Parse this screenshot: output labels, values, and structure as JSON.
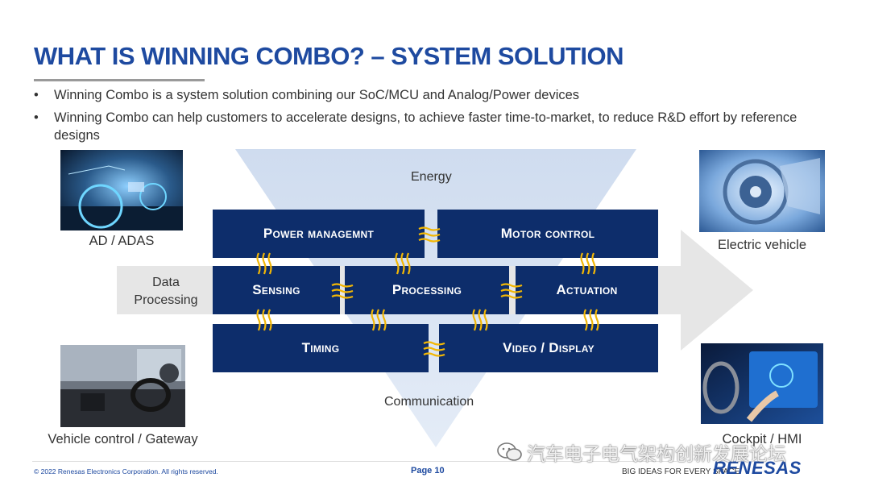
{
  "title": "WHAT IS WINNING COMBO? – SYSTEM SOLUTION",
  "bullets": [
    "Winning Combo is a system solution combining our SoC/MCU and  Analog/Power devices",
    "Winning Combo can help customers to accelerate designs, to achieve faster time-to-market, to reduce R&D effort by reference designs"
  ],
  "bullet_marker": "•",
  "captions": {
    "ad": "AD / ADAS",
    "vehicle_control": "Vehicle control / Gateway",
    "ev": "Electric  vehicle",
    "cockpit": "Cockpit / HMI"
  },
  "diagram": {
    "energy": "Energy",
    "communication": "Communication",
    "data_line1": "Data",
    "data_line2": "Processing",
    "boxes": {
      "power": "Power managemnt",
      "motor": "Motor control",
      "sensing": "Sensing",
      "processing": "Processing",
      "actuation": "Actuation",
      "timing": "Timing",
      "video": "Video / Display"
    }
  },
  "footer": {
    "copyright": "© 2022 Renesas Electronics Corporation. All rights reserved.",
    "page": "Page 10",
    "tagline": "BIG IDEAS FOR EVERY SPACE",
    "logo": "RENESAS"
  },
  "watermark": "汽车电子电气架构创新发展论坛",
  "colors": {
    "title": "#1e4aa0",
    "box": "#0d2d6b",
    "triangle": "#d6e1f1",
    "arrow": "#e6e6e6",
    "connector": "#f2b705"
  }
}
